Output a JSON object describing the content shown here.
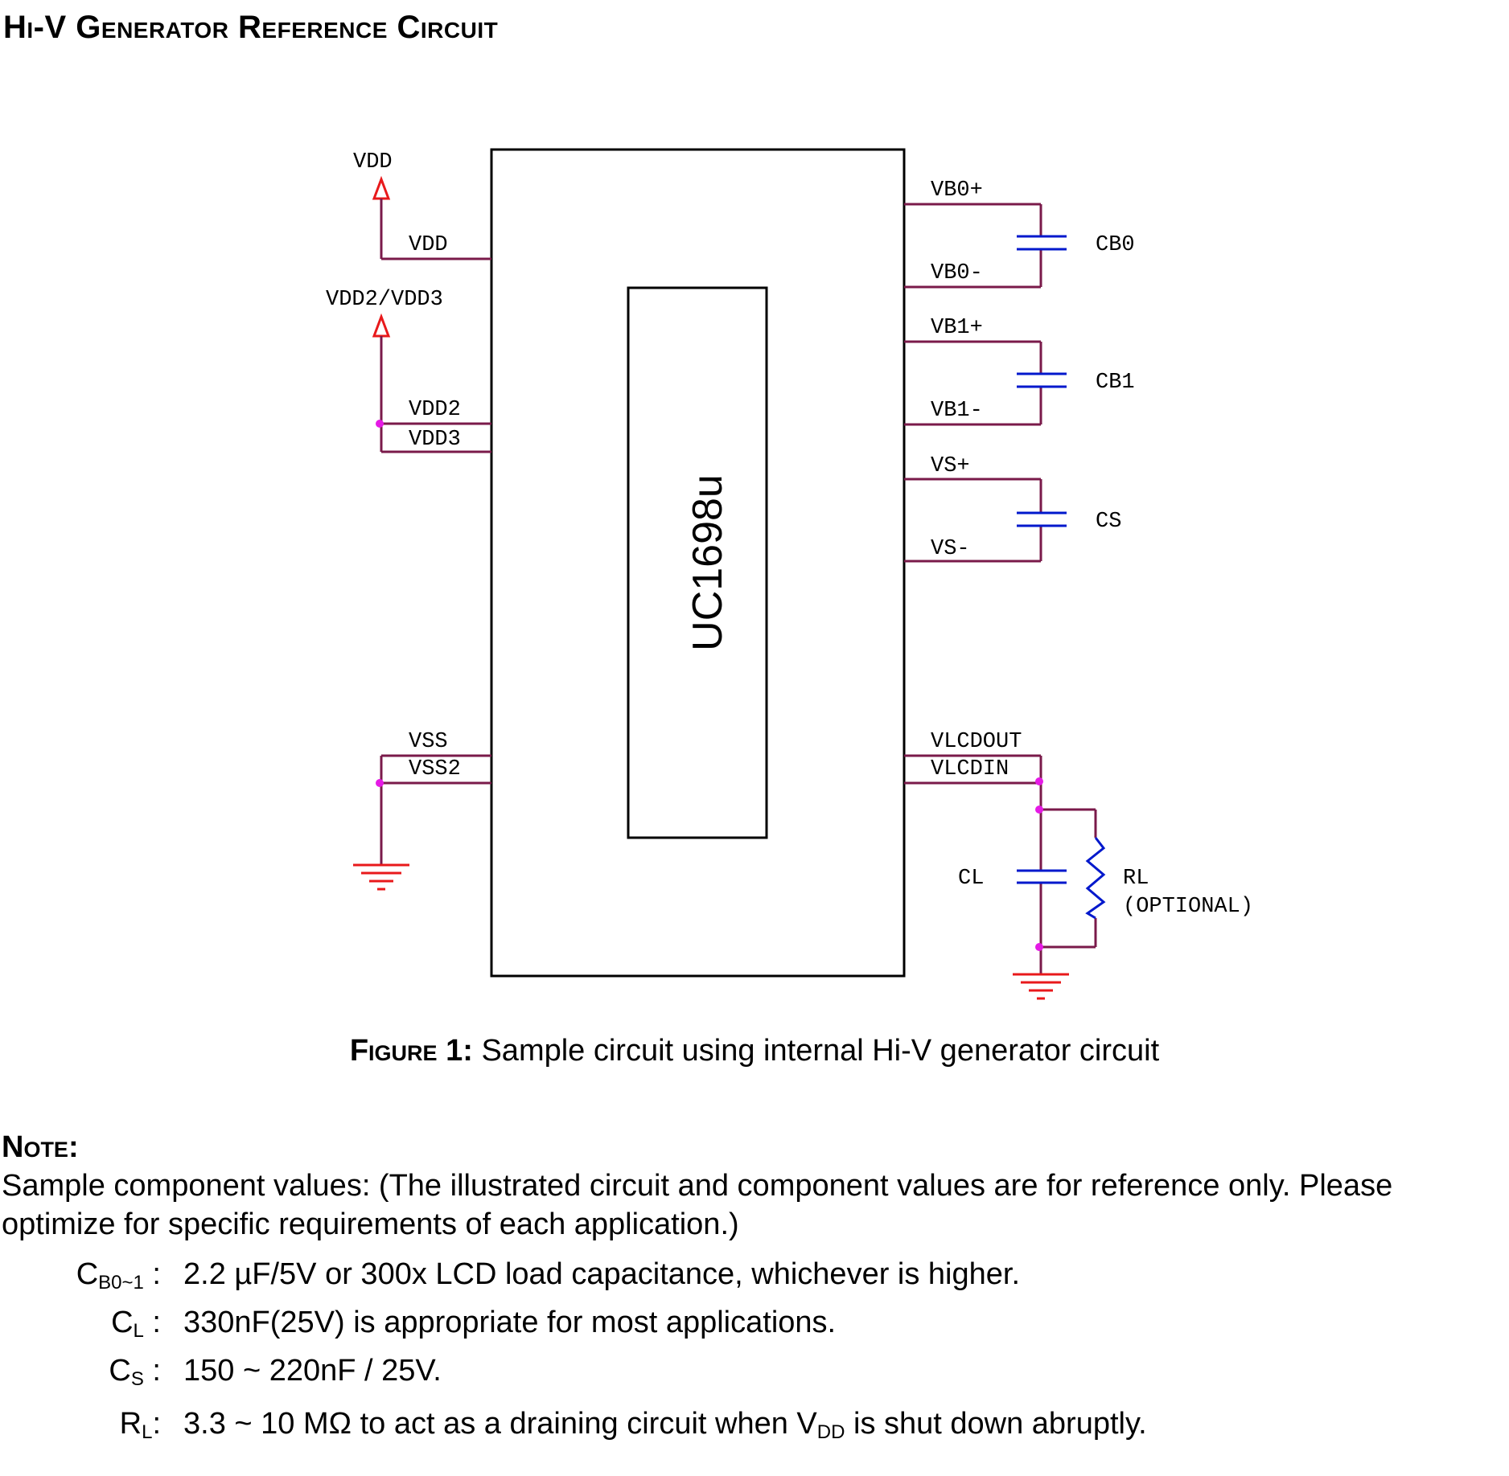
{
  "title": "Hi-V Generator Reference Circuit",
  "chip": {
    "name": "UC1698u"
  },
  "left_labels": {
    "vdd_supply": "VDD",
    "vdd_pin": "VDD",
    "vdd23_supply": "VDD2/VDD3",
    "vdd2_pin": "VDD2",
    "vdd3_pin": "VDD3",
    "vss_pin": "VSS",
    "vss2_pin": "VSS2"
  },
  "right_labels": {
    "vb0p": "VB0+",
    "vb0m": "VB0-",
    "cb0": "CB0",
    "vb1p": "VB1+",
    "vb1m": "VB1-",
    "cb1": "CB1",
    "vsp": "VS+",
    "vsm": "VS-",
    "cs": "CS",
    "vlcdout": "VLCDOUT",
    "vlcdin": "VLCDIN",
    "cl": "CL",
    "rl": "RL",
    "rl_note": "(OPTIONAL)"
  },
  "caption": {
    "figure": "Figure 1:",
    "text": " Sample circuit using internal Hi-V generator circuit"
  },
  "note": {
    "heading": "Note:",
    "intro": "Sample component values: (The illustrated circuit and component values are for reference only. Please optimize for specific requirements of each application.)",
    "items": [
      {
        "sym": "C",
        "sub": "B0~1",
        "sep": " : ",
        "value": "2.2 µF/5V or 300x LCD load capacitance, whichever is higher."
      },
      {
        "sym": "C",
        "sub": "L",
        "sep": " : ",
        "value": "330nF(25V) is appropriate for most applications."
      },
      {
        "sym": "C",
        "sub": "S",
        "sep": " : ",
        "value": "150 ~ 220nF / 25V."
      },
      {
        "sym": "R",
        "sub": "L",
        "sep": ":",
        "value_pre": "3.3 ~ 10 MΩ to act as a draining circuit when V",
        "value_sub": "DD",
        "value_post": " is shut down abruptly."
      }
    ]
  },
  "colors": {
    "wire": "#7a1a4a",
    "capacitor": "#0018cc",
    "supply": "#e8191b",
    "junction": "#e51ae5"
  }
}
